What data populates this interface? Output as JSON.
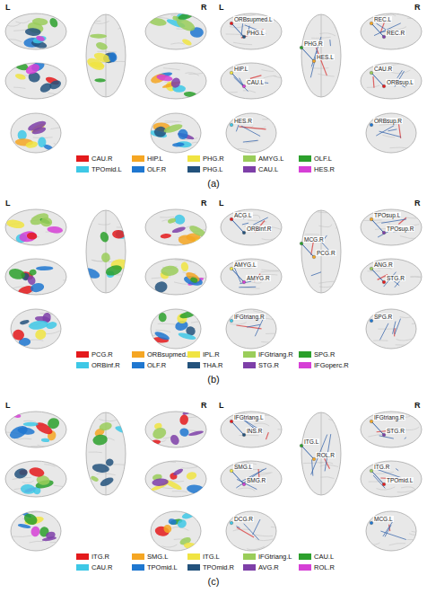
{
  "diagram": {
    "labels": [
      "L",
      "R",
      "L",
      "R",
      "ORBsupmed.L",
      "REC.L",
      "HIP.L",
      "CAU.R",
      "PHG.R",
      "HES.R",
      "ORBsup.R",
      "PHG.L",
      "REC.R",
      "CAU.L",
      "ORBsup.L",
      "HES.L",
      "(a)",
      "L",
      "R",
      "L",
      "R",
      "ACG.L",
      "TPOsup.L",
      "AMYG.L",
      "ANG.R",
      "MCG.R",
      "IFGtriang.R",
      "SPG.R",
      "ORBinf.R",
      "TPOsup.R",
      "AMYG.R",
      "STG.R",
      "PCG.R",
      "(b)",
      "L",
      "R",
      "L",
      "R",
      "IFGtriang.L",
      "IFGtriang.R",
      "SMG.L",
      "ITG.R",
      "ITG.L",
      "DCG.R",
      "MCG.L",
      "INS.R",
      "STG.R",
      "SMG.R",
      "TPOmid.L",
      "ROL.R",
      "(c)"
    ],
    "legend": [
      {
        "text": "CAU.R",
        "color": "#e41a1c"
      },
      {
        "text": "HIP.L",
        "color": "#f5a623"
      },
      {
        "text": "PHG.R",
        "color": "#f0e442"
      },
      {
        "text": "AMYG.L",
        "color": "#9acd5a"
      },
      {
        "text": "OLF.L",
        "color": "#2ca02c"
      },
      {
        "text": "TPOmid.L",
        "color": "#3ec8e6"
      },
      {
        "text": "OLF.R",
        "color": "#1f77d0"
      },
      {
        "text": "PHG.L",
        "color": "#23527c"
      },
      {
        "text": "CAU.L",
        "color": "#7e3fa8"
      },
      {
        "text": "HES.R",
        "color": "#d63fd6"
      },
      {
        "text": "PCG.R",
        "color": "#e41a1c"
      },
      {
        "text": "ORBsupmed.L",
        "color": "#f5a623"
      },
      {
        "text": "IPL.R",
        "color": "#f0e442"
      },
      {
        "text": "IFGtriang.R",
        "color": "#9acd5a"
      },
      {
        "text": "SPG.R",
        "color": "#2ca02c"
      },
      {
        "text": "ORBinf.R",
        "color": "#3ec8e6"
      },
      {
        "text": "OLF.R",
        "color": "#1f77d0"
      },
      {
        "text": "THA.R",
        "color": "#23527c"
      },
      {
        "text": "STG.R",
        "color": "#7e3fa8"
      },
      {
        "text": "IFGoperc.R",
        "color": "#d63fd6"
      },
      {
        "text": "ITG.R",
        "color": "#e41a1c"
      },
      {
        "text": "SMG.L",
        "color": "#f5a623"
      },
      {
        "text": "ITG.L",
        "color": "#f0e442"
      },
      {
        "text": "IFGtriang.L",
        "color": "#9acd5a"
      },
      {
        "text": "CAU.L",
        "color": "#2ca02c"
      },
      {
        "text": "CAU.R",
        "color": "#3ec8e6"
      },
      {
        "text": "TPOmid.L",
        "color": "#1f77d0"
      },
      {
        "text": "TPOmid.R",
        "color": "#23527c"
      },
      {
        "text": "AVG.R",
        "color": "#7e3fa8"
      },
      {
        "text": "ROL.R",
        "color": "#d63fd6"
      }
    ]
  }
}
